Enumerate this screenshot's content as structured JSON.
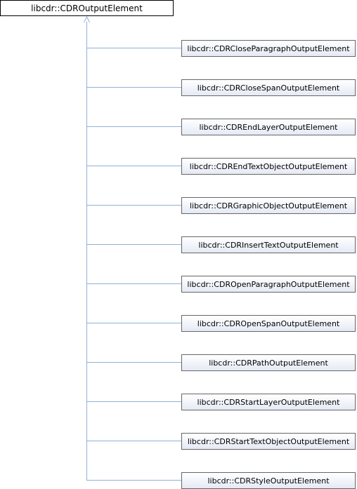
{
  "colors": {
    "edge": "#8fb0d8",
    "base_border": "#000000",
    "child_border": "#666666"
  },
  "base_class": {
    "label": "libcdr::CDROutputElement"
  },
  "derived_classes": [
    {
      "label": "libcdr::CDRCloseParagraphOutputElement"
    },
    {
      "label": "libcdr::CDRCloseSpanOutputElement"
    },
    {
      "label": "libcdr::CDREndLayerOutputElement"
    },
    {
      "label": "libcdr::CDREndTextObjectOutputElement"
    },
    {
      "label": "libcdr::CDRGraphicObjectOutputElement"
    },
    {
      "label": "libcdr::CDRInsertTextOutputElement"
    },
    {
      "label": "libcdr::CDROpenParagraphOutputElement"
    },
    {
      "label": "libcdr::CDROpenSpanOutputElement"
    },
    {
      "label": "libcdr::CDRPathOutputElement"
    },
    {
      "label": "libcdr::CDRStartLayerOutputElement"
    },
    {
      "label": "libcdr::CDRStartTextObjectOutputElement"
    },
    {
      "label": "libcdr::CDRStyleOutputElement"
    }
  ]
}
